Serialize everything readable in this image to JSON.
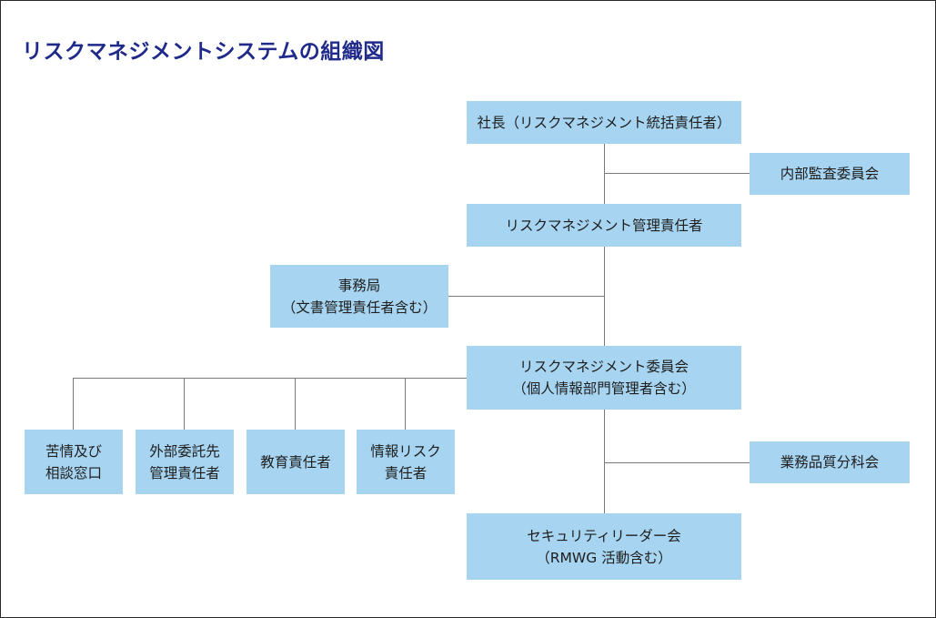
{
  "title": "リスクマネジメントシステムの組織図",
  "colors": {
    "box_fill": "#a7d4f0",
    "line": "#7a7a7a",
    "title": "#1f2a8a",
    "border": "#2a2a2a"
  },
  "boxes": {
    "president": {
      "lines": [
        "社長（リスクマネジメント統括責任者）"
      ]
    },
    "audit": {
      "lines": [
        "内部監査委員会"
      ]
    },
    "manager": {
      "lines": [
        "リスクマネジメント管理責任者"
      ]
    },
    "secretariat": {
      "lines": [
        "事務局",
        "（文書管理責任者含む）"
      ]
    },
    "committee": {
      "lines": [
        "リスクマネジメント委員会",
        "（個人情報部門管理者含む）"
      ]
    },
    "complaints": {
      "lines": [
        "苦情及び",
        "相談窓口"
      ]
    },
    "outsourcing": {
      "lines": [
        "外部委託先",
        "管理責任者"
      ]
    },
    "education": {
      "lines": [
        "教育責任者"
      ]
    },
    "info_risk": {
      "lines": [
        "情報リスク",
        "責任者"
      ]
    },
    "quality": {
      "lines": [
        "業務品質分科会"
      ]
    },
    "security": {
      "lines": [
        "セキュリティリーダー会",
        "（RMWG 活動含む）"
      ]
    }
  }
}
